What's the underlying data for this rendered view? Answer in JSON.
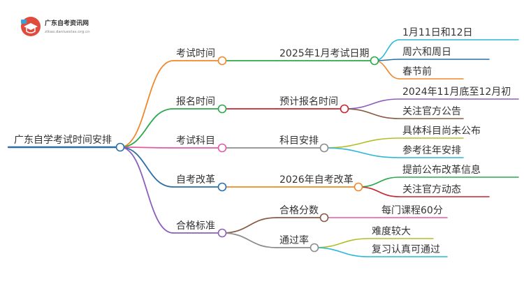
{
  "watermark": {
    "title": "广东自考资讯网",
    "subtitle": "zikao.danluexlas.org.cn"
  },
  "root": {
    "label": "广东自学考试时间安排",
    "color": "#2b6fa6"
  },
  "branches": [
    {
      "label": "考试时间",
      "color": "#f0882a",
      "sub": {
        "label": "2025年1月考试日期",
        "color": "#2aa84a",
        "leaves": [
          {
            "label": "1月11日和12日",
            "color": "#29b8d8"
          },
          {
            "label": "周六和周日",
            "color": "#2b6fa6"
          },
          {
            "label": "春节前",
            "color": "#f0882a"
          }
        ]
      }
    },
    {
      "label": "报名时间",
      "color": "#2aa84a",
      "sub": {
        "label": "预计报名时间",
        "color": "#c4262e",
        "leaves": [
          {
            "label": "2024年11月底至12月初",
            "color": "#8b5fbf"
          },
          {
            "label": "关注官方公告",
            "color": "#8a5a44"
          }
        ]
      }
    },
    {
      "label": "考试科目",
      "color": "#e25aa6",
      "sub": {
        "label": "科目安排",
        "color": "#8c8c8c",
        "leaves": [
          {
            "label": "具体科目尚未公布",
            "color": "#b5bd26"
          },
          {
            "label": "参考往年安排",
            "color": "#29b8d8"
          }
        ]
      }
    },
    {
      "label": "自考改革",
      "color": "#2b6fa6",
      "sub": {
        "label": "2026年自考改革",
        "color": "#f0882a",
        "leaves": [
          {
            "label": "提前公布改革信息",
            "color": "#2aa84a"
          },
          {
            "label": "关注官方动态",
            "color": "#c4262e"
          }
        ]
      }
    },
    {
      "label": "合格标准",
      "color": "#8b5fbf",
      "subs": [
        {
          "label": "合格分数",
          "color": "#8a5a44",
          "leaves": [
            {
              "label": "每门课程60分",
              "color": "#e25aa6"
            }
          ]
        },
        {
          "label": "通过率",
          "color": "#8c8c8c",
          "leaves": [
            {
              "label": "难度较大",
              "color": "#b5bd26"
            },
            {
              "label": "复习认真可通过",
              "color": "#29b8d8"
            }
          ]
        }
      ]
    }
  ]
}
